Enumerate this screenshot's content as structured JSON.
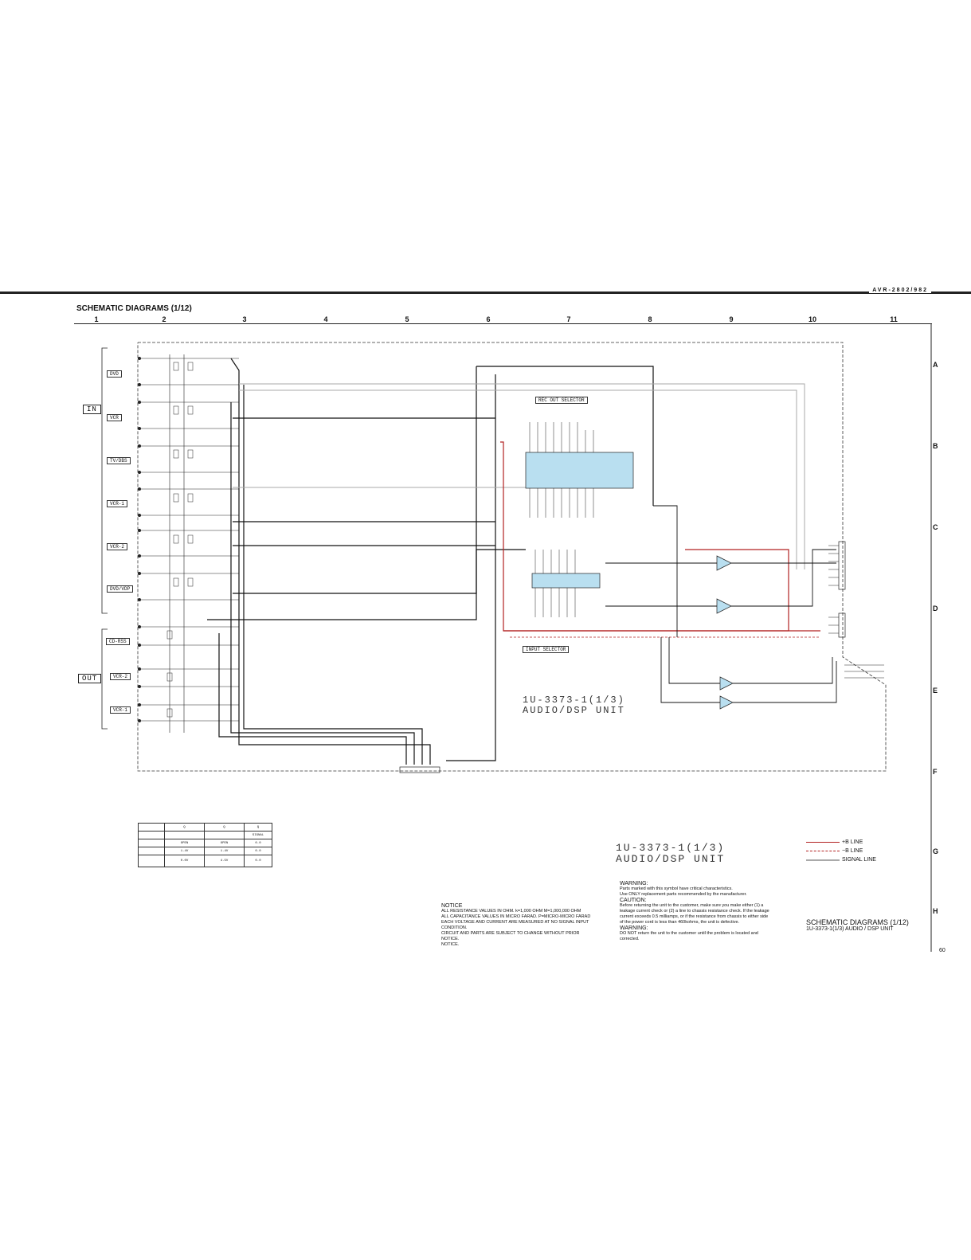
{
  "header": {
    "model": "AVR-2802/982",
    "title": "SCHEMATIC DIAGRAMS (1/12)"
  },
  "columns": [
    "1",
    "2",
    "3",
    "4",
    "5",
    "6",
    "7",
    "8",
    "9",
    "10",
    "11"
  ],
  "rows": [
    "A",
    "B",
    "C",
    "D",
    "E",
    "F",
    "G",
    "H"
  ],
  "io_groups": {
    "in": "IN",
    "out": "OUT"
  },
  "input_labels": [
    "DVD",
    "VCR",
    "TV/DBS",
    "VCR-1",
    "VCR-2",
    "DVD/VDP"
  ],
  "output_labels": [
    "CD-RSS",
    "VCR-2",
    "VCR-1"
  ],
  "blocks": {
    "rec_out": "REC OUT SELECTOR",
    "input_sel": "INPUT SELECTOR"
  },
  "unit": {
    "line1": "1U-3373-1(1/3)",
    "line2": "AUDIO/DSP UNIT"
  },
  "table": {
    "headers": [
      "",
      "Q",
      "Q",
      "Q"
    ],
    "rows": [
      [
        "",
        "",
        "",
        "SIGNAL"
      ],
      [
        "",
        "OPEN",
        "OPEN",
        "0.0"
      ],
      [
        "",
        "1.4V",
        "1.4V",
        "0.0"
      ],
      [
        "",
        "0.0V",
        "4.5V",
        "0.0"
      ]
    ]
  },
  "legend": [
    {
      "label": "+B LINE",
      "color": "#b22222",
      "style": "solid"
    },
    {
      "label": "−B LINE",
      "color": "#b22222",
      "style": "dashed"
    },
    {
      "label": "SIGNAL LINE",
      "color": "#aaaaaa",
      "style": "solid"
    }
  ],
  "notice": {
    "head": "NOTICE",
    "lines": [
      "ALL RESISTANCE VALUES IN OHM. k=1,000 OHM M=1,000,000 OHM",
      "ALL CAPACITANCE VALUES IN MICRO FARAD. P=MICRO-MICRO FARAD",
      "EACH VOLTAGE AND CURRENT ARE MEASURED AT NO SIGNAL INPUT",
      "CONDITION.",
      "CIRCUIT AND PARTS ARE SUBJECT TO CHANGE WITHOUT PRIOR",
      "NOTICE.",
      "NOTICE."
    ]
  },
  "warnings": {
    "w1_head": "WARNING:",
    "w1_lines": [
      "Parts marked with this symbol have critical characteristics.",
      "Use ONLY replacement parts recommended by the manufacturer."
    ],
    "c_head": "CAUTION:",
    "c_lines": [
      "Before returning the unit to the customer, make sure you make either (1) a",
      "leakage current check or (2) a line to chassis resistance check. If the leakage",
      "current exceeds 0.5 milliamps, or if the resistance from chassis to either side",
      "of the power cord is less than 460kohms, the unit is defective."
    ],
    "w2_head": "WARNING:",
    "w2_lines": [
      "DO NOT return the unit to the customer until the problem is located and",
      "corrected."
    ]
  },
  "footer": {
    "title": "SCHEMATIC DIAGRAMS (1/12)",
    "subtitle": "1U-3373-1(1/3) AUDIO / DSP UNIT",
    "page": "60"
  },
  "colors": {
    "plusb": "#b22222",
    "ic_fill": "#b9dff0",
    "signal": "#aaaaaa",
    "wire": "#111111"
  }
}
